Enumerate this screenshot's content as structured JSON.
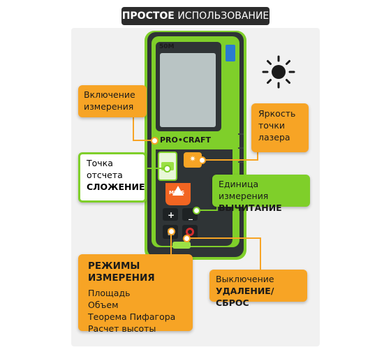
{
  "title": {
    "bold": "ПРОСТОЕ",
    "rest": "ИСПОЛЬЗОВАНИЕ"
  },
  "device": {
    "range_label": "50M",
    "brand": "PRO•CRAFT",
    "meas_label": "MEAS"
  },
  "callouts": {
    "power_on": {
      "line1": "Включение",
      "line2": "измерения"
    },
    "brightness": {
      "line1": "Яркость",
      "line2": "точки",
      "line3": "лазера"
    },
    "reference": {
      "line1": "Точка",
      "line2": "отсчета",
      "line3": "СЛОЖЕНИЕ"
    },
    "unit": {
      "line1": "Единица измерения",
      "line2": "ВЫЧИТАНИЕ"
    },
    "modes": {
      "heading": "РЕЖИМЫ ИЗМЕРЕНИЯ",
      "items": [
        "Площадь",
        "Объем",
        "Теорема Пифагора",
        "Расчет высоты"
      ]
    },
    "power_off": {
      "line1": "Выключение",
      "line2": "УДАЛЕНИЕ/СБРОС"
    }
  },
  "colors": {
    "orange": "#f7a425",
    "green": "#7fcf2a",
    "body": "#2f3436",
    "screen": "#b9c4c4"
  },
  "icons": [
    "sun-icon",
    "laser-brightness-icon",
    "meas-button-icon",
    "plus-button-icon",
    "minus-button-icon",
    "mode-grid-icon",
    "power-button-icon"
  ]
}
